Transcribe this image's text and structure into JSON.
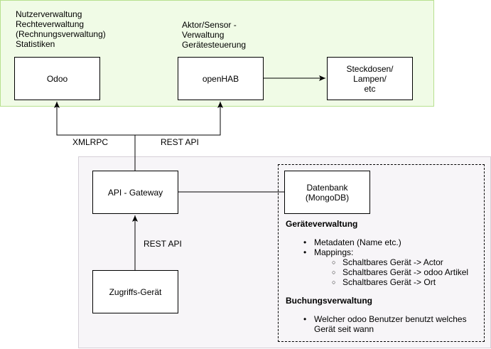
{
  "top_group": {
    "nutzer_note": [
      "Nutzerverwaltung",
      "Rechteverwaltung",
      "(Rechnungsverwaltung)",
      "Statistiken"
    ],
    "aktor_note": [
      "Aktor/Sensor -",
      "Verwaltung",
      "Gerätesteuerung"
    ],
    "odoo_box": "Odoo",
    "openhab_box": "openHAB",
    "devices_box": [
      "Steckdosen/",
      "Lampen/",
      "etc"
    ]
  },
  "edges": {
    "xmlrpc": "XMLRPC",
    "rest_api_top": "REST API",
    "rest_api_bottom": "REST API"
  },
  "bottom_group": {
    "gateway_box": "API - Gateway",
    "access_device_box": "Zugriffs-Gerät",
    "database_box": [
      "Datenbank",
      "(MongoDB)"
    ],
    "geraeteverwaltung": {
      "title": "Geräteverwaltung",
      "items": [
        "Metadaten (Name etc.)",
        "Mappings:"
      ],
      "mappings": [
        "Schaltbares Gerät -> Actor",
        "Schaltbares Gerät -> odoo Artikel",
        "Schaltbares Gerät -> Ort"
      ]
    },
    "buchungsverwaltung": {
      "title": "Buchungsverwaltung",
      "items": [
        "Welcher odoo Benutzer benutzt welches",
        "Gerät seit wann"
      ]
    }
  }
}
